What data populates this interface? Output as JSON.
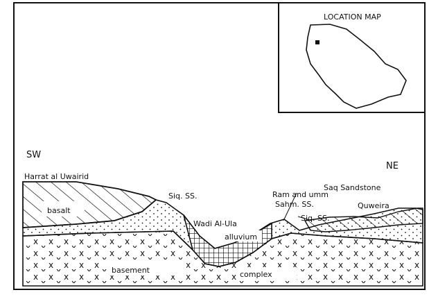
{
  "inset": {
    "title": "LOCATION MAP"
  },
  "section": {
    "sw": "SW",
    "ne": "NE",
    "labels": {
      "harrat": "Harrat al Uwairid",
      "basalt": "basalt",
      "siq_left": "Siq. SS.",
      "ram_line1": "Ram and umm",
      "ram_line2": "Sahm. SS.",
      "saq": "Saq Sandstone",
      "quweira": "Quweira",
      "siq_right": "Siq. SS.",
      "wadi": "Wadi Al-Ula",
      "alluvium": "alluvium",
      "basement": "basement",
      "complex": "complex"
    }
  }
}
